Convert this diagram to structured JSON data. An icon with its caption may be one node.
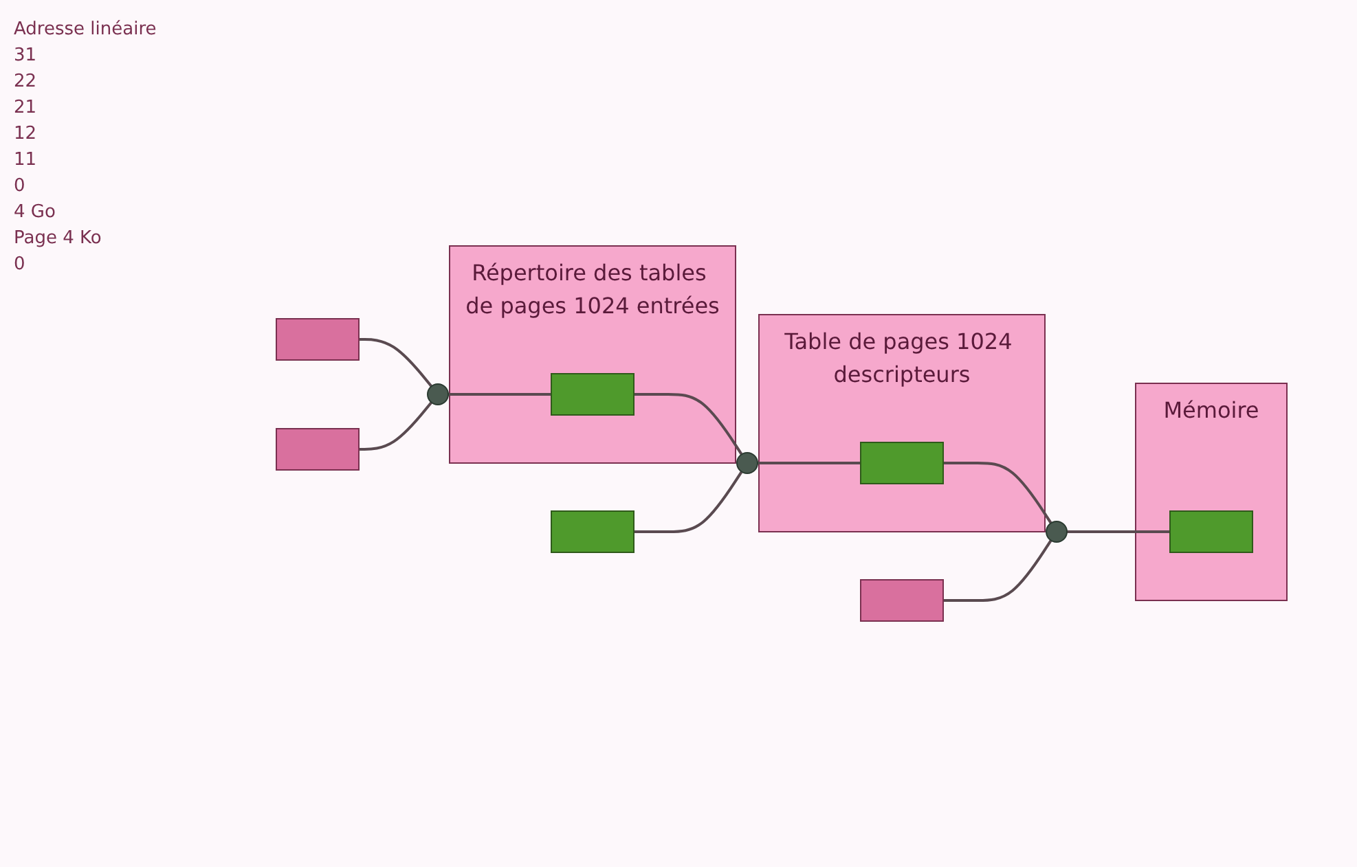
{
  "diagram": {
    "nodes": [
      {
        "text": [],
        "shape": "bar"
      },
      {
        "text": [],
        "shape": "bar"
      },
      {
        "text": [],
        "shape": "bar"
      },
      {
        "text": [],
        "shape": "box"
      },
      {
        "text": [],
        "shape": "circle"
      },
      {
        "text": [
          "Répertoire des tables de pages 1024 entrées"
        ]
      },
      {
        "text": [],
        "shape": "bar",
        "in": 5
      },
      {
        "text": [],
        "shape": "circle"
      },
      {
        "text": [
          "Table de pages 1024 descripteurs"
        ]
      },
      {
        "text": [],
        "shape": "bar",
        "in": 8
      },
      {
        "text": [],
        "shape": "circle"
      },
      {
        "text": [
          "Mémoire"
        ]
      },
      {
        "text": [],
        "shape": "bar",
        "in": 11
      }
    ],
    "edges": [
      {
        "from": 0,
        "to": 4,
        "arrow": "none"
      },
      {
        "from": 3,
        "to": 4,
        "arrow": "none"
      },
      {
        "from": 4,
        "to": 6,
        "arrow": "none"
      },
      {
        "from": 6,
        "to": 7,
        "arrow": "none"
      },
      {
        "from": 1,
        "to": 7,
        "arrow": "none"
      },
      {
        "from": 7,
        "to": 9,
        "arrow": "none"
      },
      {
        "from": 9,
        "to": 10,
        "arrow": "none"
      },
      {
        "from": 2,
        "to": 10,
        "arrow": "none"
      },
      {
        "from": 10,
        "to": 12,
        "arrow": "none"
      }
    ],
    "labels": [
      "Adresse linéaire",
      "31",
      "22",
      "21",
      "12",
      "11",
      "0",
      "4 Go",
      "Page 4 Ko",
      "0"
    ]
  }
}
